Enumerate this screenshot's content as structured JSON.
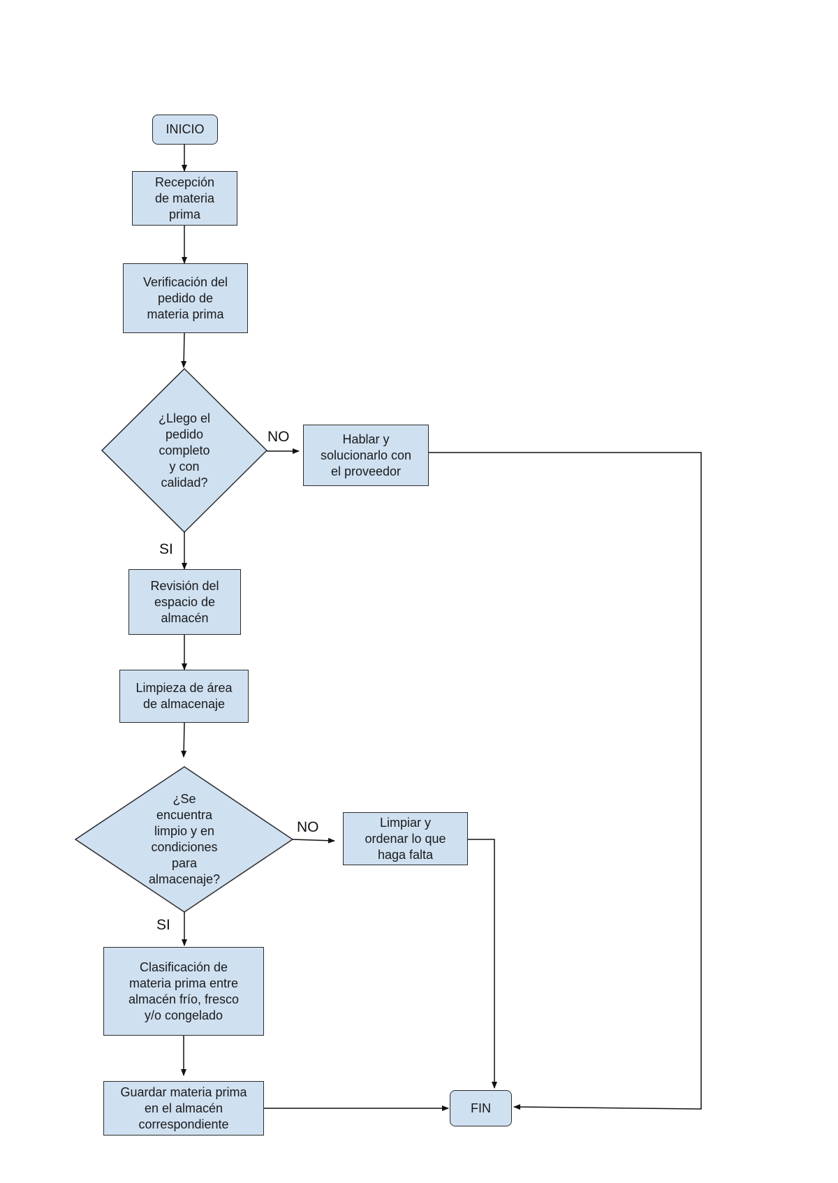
{
  "nodes": {
    "inicio": "INICIO",
    "recepcion": "Recepción\nde materia\nprima",
    "verificacion": "Verificación del\npedido de\nmateria prima",
    "decision1": "¿Llego el\npedido\ncompleto\ny con\ncalidad?",
    "hablar": "Hablar y\nsolucionarlo con\nel proveedor",
    "revision": "Revisión del\nespacio de\nalmacén",
    "limpieza": "Limpieza de área\nde almacenaje",
    "decision2": "¿Se\nencuentra\nlimpio y en\ncondiciones\npara\nalmacenaje?",
    "limpiar": "Limpiar y\nordenar lo que\nhaga falta",
    "clasificacion": "Clasificación de\nmateria prima entre\nalmacén frío, fresco\ny/o congelado",
    "guardar": "Guardar materia prima\nen el almacén\ncorrespondiente",
    "fin": "FIN"
  },
  "labels": {
    "no1": "NO",
    "si1": "SI",
    "no2": "NO",
    "si2": "SI"
  },
  "colors": {
    "fill": "#cfe0f1",
    "stroke": "#2b2b2b"
  }
}
